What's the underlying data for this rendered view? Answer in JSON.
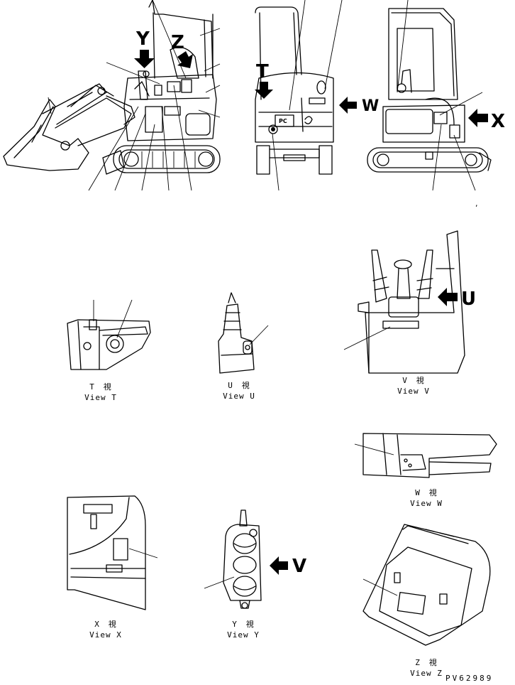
{
  "markers": {
    "y": "Y",
    "z": "Z",
    "t": "T",
    "w": "W",
    "x": "X",
    "u": "U",
    "v": "V"
  },
  "plates": {
    "pc": "PC"
  },
  "views": {
    "t": {
      "jp": "T　視",
      "en": "View T"
    },
    "u": {
      "jp": "U　視",
      "en": "View U"
    },
    "v": {
      "jp": "V　視",
      "en": "View V"
    },
    "w": {
      "jp": "W　視",
      "en": "View W"
    },
    "x": {
      "jp": "X　視",
      "en": "View X"
    },
    "y": {
      "jp": "Y　視",
      "en": "View Y"
    },
    "z": {
      "jp": "Z　視",
      "en": "View Z"
    }
  },
  "drawing_code": "PV62989",
  "stray_mark": ","
}
